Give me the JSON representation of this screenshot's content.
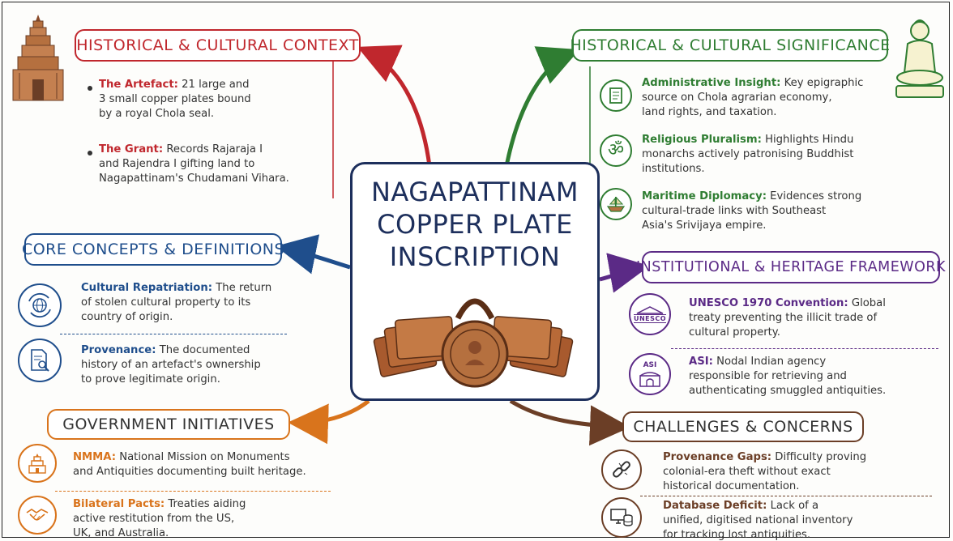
{
  "center": {
    "title_lines": [
      "NAGAPATTINAM",
      "COPPER PLATE",
      "INSCRIPTION"
    ]
  },
  "colors": {
    "red": "#c0272d",
    "green": "#2f7d32",
    "blue": "#1f4e8c",
    "purple": "#5b2a86",
    "orange": "#d9741c",
    "brown": "#6b3e26",
    "navy": "#1d2f5c"
  },
  "sections": {
    "context": {
      "title": "HISTORICAL & CULTURAL CONTEXT",
      "icon": "temple-icon",
      "items": [
        {
          "term": "The Artefact:",
          "lines": [
            "21 large and",
            "3 small copper plates bound",
            "by a royal Chola seal."
          ]
        },
        {
          "term": "The Grant:",
          "lines": [
            "Records Rajaraja I",
            "and Rajendra I gifting land to",
            "Nagapattinam's Chudamani Vihara."
          ]
        }
      ]
    },
    "significance": {
      "title": "HISTORICAL & CULTURAL SIGNIFICANCE",
      "icon": "buddha-icon",
      "items": [
        {
          "term": "Administrative Insight:",
          "lines": [
            "Key epigraphic",
            "source on Chola agrarian economy,",
            "land rights, and taxation."
          ],
          "icon": "scroll-icon"
        },
        {
          "term": "Religious Pluralism:",
          "lines": [
            "Highlights Hindu",
            "monarchs actively patronising Buddhist",
            "institutions."
          ],
          "icon": "om-icon"
        },
        {
          "term": "Maritime Diplomacy:",
          "lines": [
            "Evidences strong",
            "cultural-trade links with Southeast",
            "Asia's Srivijaya empire."
          ],
          "icon": "ship-icon"
        }
      ]
    },
    "core": {
      "title": "CORE CONCEPTS & DEFINITIONS",
      "items": [
        {
          "term": "Cultural Repatriation:",
          "lines": [
            "The return",
            "of stolen cultural property to its",
            "country of origin."
          ],
          "icon": "globe-return-icon"
        },
        {
          "term": "Provenance:",
          "lines": [
            "The documented",
            "history of an artefact's ownership",
            "to prove legitimate origin."
          ],
          "icon": "document-search-icon"
        }
      ]
    },
    "institutional": {
      "title": "INSTITUTIONAL & HERITAGE FRAMEWORK",
      "items": [
        {
          "term": "UNESCO 1970 Convention:",
          "lines": [
            "Global",
            "treaty preventing the illicit trade of",
            "cultural property."
          ],
          "icon": "unesco-icon",
          "icon_label": "UNESCO"
        },
        {
          "term": "ASI:",
          "lines": [
            "Nodal Indian agency",
            "responsible for retrieving and",
            "authenticating smuggled antiquities."
          ],
          "icon": "asi-icon",
          "icon_label": "ASI"
        }
      ]
    },
    "government": {
      "title": "GOVERNMENT INITIATIVES",
      "items": [
        {
          "term": "NMMA:",
          "lines": [
            "National Mission on Monuments",
            "and Antiquities documenting built heritage."
          ],
          "icon": "monument-icon"
        },
        {
          "term": "Bilateral Pacts:",
          "lines": [
            "Treaties aiding",
            "active restitution from the US,",
            "UK, and Australia."
          ],
          "icon": "handshake-icon"
        }
      ]
    },
    "challenges": {
      "title": "CHALLENGES & CONCERNS",
      "items": [
        {
          "term": "Provenance Gaps:",
          "lines": [
            "Difficulty proving",
            "colonial-era theft without exact",
            "historical documentation."
          ],
          "icon": "broken-chain-icon"
        },
        {
          "term": "Database Deficit:",
          "lines": [
            "Lack of a",
            "unified, digitised national inventory",
            "for tracking lost antiquities."
          ],
          "icon": "database-icon"
        }
      ]
    }
  }
}
